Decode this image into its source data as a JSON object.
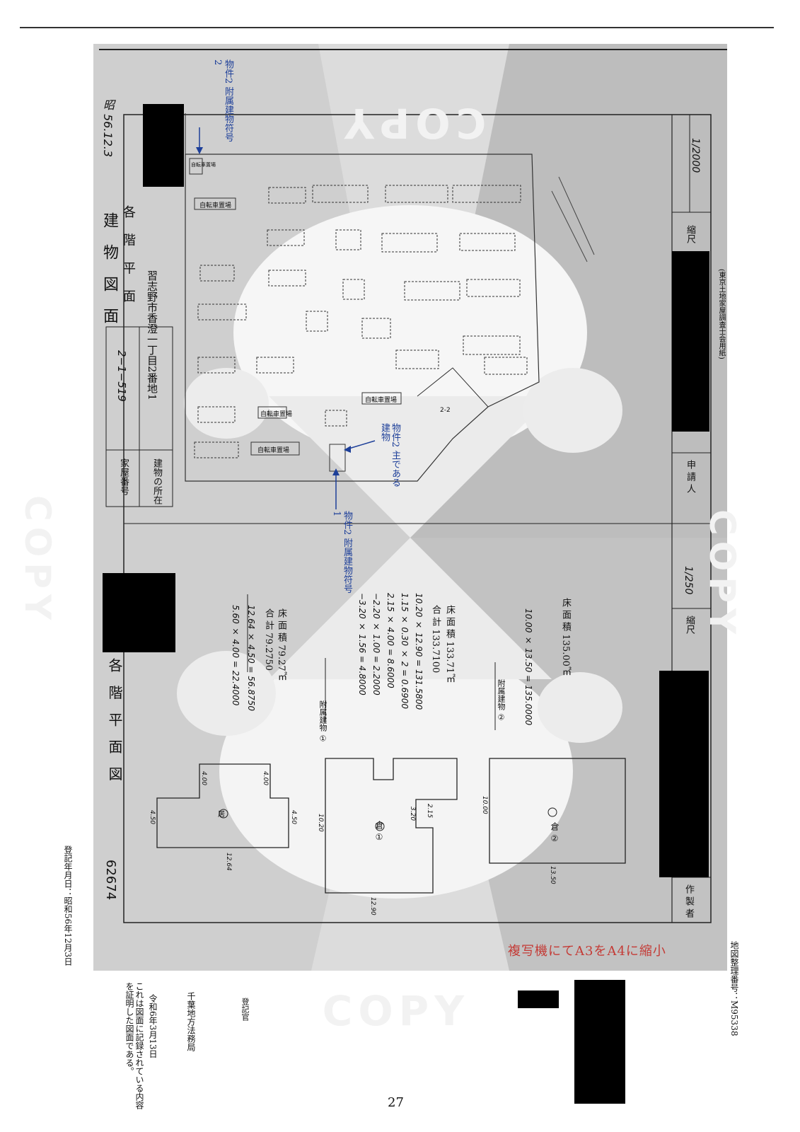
{
  "header": {
    "registration_date": "登記年月日：昭和56年12月3日",
    "map_serial": "地図整理番号：M95338",
    "page_number": "27"
  },
  "certificate": {
    "text": "これは図面に記録されている内容を証明した図面である。",
    "date": "令和6年3月13日",
    "office": "千葉地方法務局",
    "seal_label": "登記官"
  },
  "building_plan": {
    "title": "建 物 図 面",
    "sub_title": "各 階 平 面",
    "number_label": "家屋番号",
    "number_value": "2−1−519",
    "location_label": "建物の所在",
    "location_value": "習志野市香澄一丁目2番地1",
    "date_stamp": "昭 56.12.3",
    "scale_label": "縮尺",
    "scale_value": "1/2000",
    "applicant_label": "申 請 人",
    "paper_note": "(東京土地家屋調査士会用紙)",
    "lot_label": "2-2",
    "annot_main": "物件2 主である建物",
    "annot_attached1": "物件2 附属建物符号1",
    "annot_attached2": "物件2 附属建物符号2",
    "labels_in_plan": [
      "自転車置場",
      "自転車置場",
      "自転車置場",
      "自転車置場",
      "自転車置場"
    ]
  },
  "floor_plan": {
    "title": "各 階 平 面 図",
    "id_number": "62674",
    "calc_main": [
      "12.64 × 4.50 = 56.8750",
      "5.60 × 4.00 = 22.4000"
    ],
    "total_main": "合 計 79.2750",
    "floor_area_main": "床 面 積 79.27㎡",
    "attached1_label": "附属建物 ①",
    "calc_attached1": [
      "10.20 × 12.90 = 131.5800",
      "1.15 × 0.30 × 2 = 0.6900",
      "2.15 × 4.00 = 8.6000",
      "−2.20 × 1.00 = 2.2000",
      "−3.20 × 1.56 = 4.8000"
    ],
    "total_attached1": "合 計 133.7100",
    "floor_area_attached1": "床 面 積 133.71㎡",
    "attached2_label": "附属建物 ②",
    "calc_attached2": [
      "10.00 × 13.50 = 135.0000"
    ],
    "floor_area_attached2": "床 面 積 135.00㎡",
    "scale_label": "縮尺",
    "scale_value": "1/250",
    "maker_label": "作 製 者",
    "dims_main": [
      "4.00",
      "4.00",
      "4.50",
      "4.50",
      "12.64"
    ],
    "dims_att1": [
      "10.20",
      "12.90",
      "3.20",
      "2.15"
    ],
    "dims_att2": [
      "10.00",
      "13.50"
    ],
    "room_main": "居",
    "room_att1": "倉 ①",
    "room_att2": "倉 ②"
  },
  "watermark": "COPY",
  "reduction_note": "複写機にてA3をA4に縮小"
}
